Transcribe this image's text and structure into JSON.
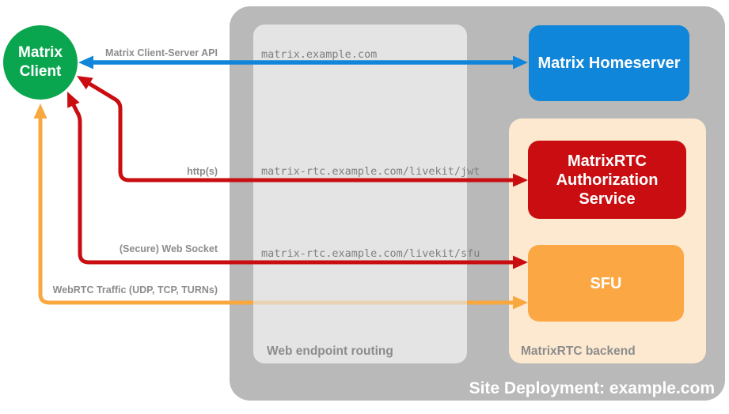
{
  "client": {
    "label_line1": "Matrix",
    "label_line2": "Client"
  },
  "nodes": {
    "homeserver": {
      "label": "Matrix Homeserver"
    },
    "auth_service": {
      "label": "MatrixRTC Authorization Service"
    },
    "sfu": {
      "label": "SFU"
    }
  },
  "containers": {
    "site": {
      "label": "Site Deployment: example.com"
    },
    "routing": {
      "label": "Web endpoint routing",
      "endpoints": [
        "matrix.example.com",
        "matrix-rtc.example.com/livekit/jwt",
        "matrix-rtc.example.com/livekit/sfu"
      ]
    },
    "backend": {
      "label": "MatrixRTC backend"
    }
  },
  "arrows": {
    "client_server_api": {
      "label": "Matrix Client-Server API",
      "color": "#0f86d9",
      "bidirectional": true
    },
    "https": {
      "label": "http(s)",
      "color": "#c90d10",
      "bidirectional": true
    },
    "websocket": {
      "label": "(Secure) Web Socket",
      "color": "#c90d10",
      "bidirectional": true
    },
    "webrtc": {
      "label": "WebRTC Traffic (UDP, TCP, TURNs)",
      "color": "#f8a83f",
      "bidirectional": true
    }
  },
  "colors": {
    "client_green": "#0aa64f",
    "homeserver_blue": "#0f86d9",
    "service_red": "#c90d10",
    "sfu_orange": "#fba844",
    "webrtc_orange": "#f8a83f",
    "site_container_gray": "#b9b9b9",
    "routing_box_gray": "#e4e4e4",
    "backend_peach": "#fde8d0",
    "label_gray": "#8c8c8c",
    "endpoint_text_gray": "#7f7f7f"
  }
}
